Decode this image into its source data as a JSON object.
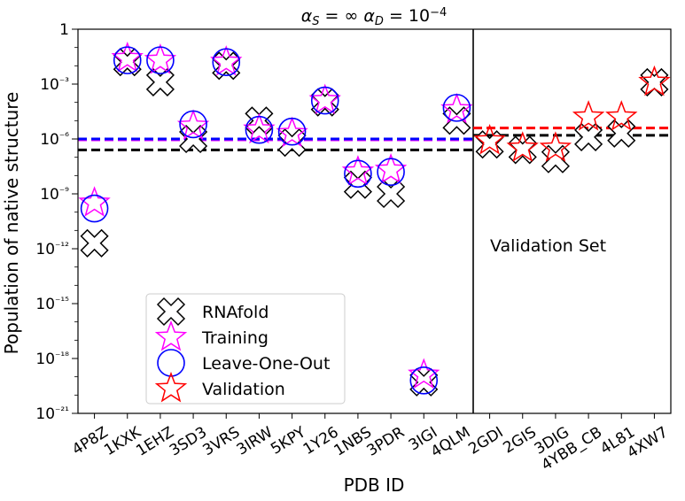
{
  "chart_data": {
    "type": "scatter",
    "title": "α_S = ∞   α_D = 10⁻⁴",
    "xlabel": "PDB ID",
    "ylabel": "Population of native structure",
    "yscale": "log",
    "ylim_exponents": [
      -21,
      0
    ],
    "y_tick_exponents": [
      0,
      -3,
      -6,
      -9,
      -12,
      -15,
      -18,
      -21
    ],
    "y_tick_labels": [
      "1",
      "10⁻³",
      "10⁻⁶",
      "10⁻⁹",
      "10⁻¹²",
      "10⁻¹⁵",
      "10⁻¹⁸",
      "10⁻²¹"
    ],
    "categories": [
      "4P8Z",
      "1KXK",
      "1EHZ",
      "3SD3",
      "3VRS",
      "3IRW",
      "5KPY",
      "1Y26",
      "1NBS",
      "3PDR",
      "3IGI",
      "4QLM",
      "2GDI",
      "2GIS",
      "3DIG",
      "4YBB_CB",
      "4L81",
      "4XW7"
    ],
    "training_count": 12,
    "series": [
      {
        "name": "RNAfold",
        "marker": "X",
        "color": "#000000",
        "log10_values": [
          -11.7,
          -1.8,
          -2.9,
          -6.0,
          -2.0,
          -5.0,
          -6.2,
          -4.0,
          -8.5,
          -9.0,
          -19.3,
          -5.0,
          -6.3,
          -6.6,
          -7.1,
          -5.9,
          -5.7,
          -2.9
        ]
      },
      {
        "name": "Training",
        "marker": "star",
        "color": "#ff00ff",
        "log10_values": [
          -9.5,
          -1.6,
          -1.7,
          -5.3,
          -1.8,
          -5.5,
          -5.7,
          -3.9,
          -7.8,
          -7.7,
          -18.9,
          -4.4,
          null,
          null,
          null,
          null,
          null,
          null
        ]
      },
      {
        "name": "Leave-One-Out",
        "marker": "circle",
        "color": "#0000ff",
        "log10_values": [
          -9.8,
          -1.7,
          -1.7,
          -5.2,
          -1.8,
          -5.5,
          -5.6,
          -3.9,
          -7.9,
          -7.8,
          -19.2,
          -4.3,
          null,
          null,
          null,
          null,
          null,
          null
        ]
      },
      {
        "name": "Validation",
        "marker": "star",
        "color": "#ff0000",
        "log10_values": [
          null,
          null,
          null,
          null,
          null,
          null,
          null,
          null,
          null,
          null,
          null,
          null,
          -6.1,
          -6.5,
          -6.5,
          -4.8,
          -4.8,
          -2.9
        ]
      }
    ],
    "reference_lines": [
      {
        "color": "#000000",
        "x_range": "training",
        "log10_value": -6.6
      },
      {
        "color": "#ff00ff",
        "x_range": "training",
        "log10_value": -6.05
      },
      {
        "color": "#0000ff",
        "x_range": "training",
        "log10_value": -6.0
      },
      {
        "color": "#000000",
        "x_range": "validation",
        "log10_value": -5.8
      },
      {
        "color": "#ff0000",
        "x_range": "validation",
        "log10_value": -5.4
      }
    ],
    "annotation": "Validation Set",
    "legend_position": "lower-left",
    "grid": false
  }
}
